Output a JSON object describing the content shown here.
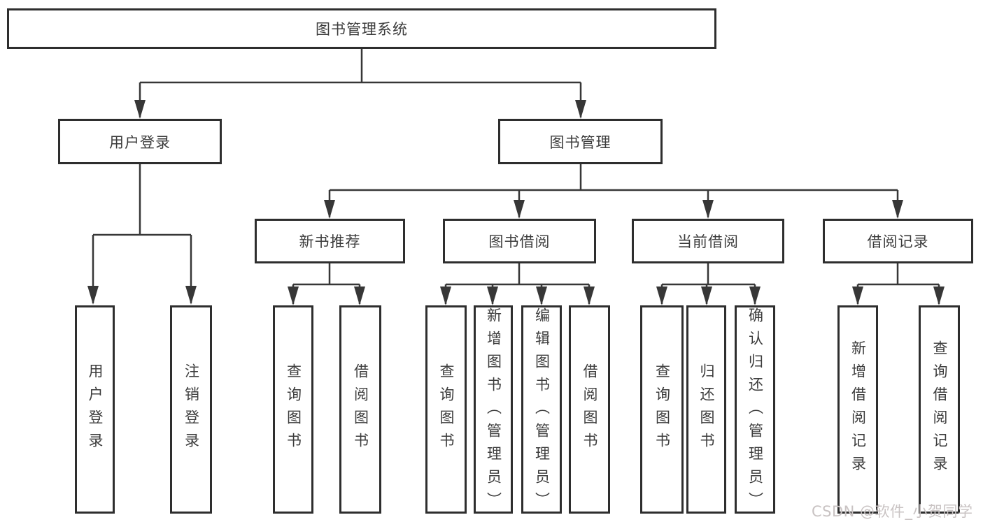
{
  "diagram": {
    "title": "图书管理系统",
    "root": "图书管理系统",
    "level2": [
      "用户登录",
      "图书管理"
    ],
    "level3": [
      "新书推荐",
      "图书借阅",
      "当前借阅",
      "借阅记录"
    ],
    "leaves": [
      "用户登录",
      "注销登录",
      "查询图书",
      "借阅图书",
      "查询图书",
      "新增图书（管理员）",
      "编辑图书（管理员）",
      "借阅图书",
      "查询图书",
      "归还图书",
      "确认归还（管理员）",
      "新增借阅记录",
      "查询借阅记录"
    ],
    "relations": {
      "图书管理系统": [
        "用户登录",
        "图书管理"
      ],
      "用户登录": [
        "用户登录",
        "注销登录"
      ],
      "图书管理": [
        "新书推荐",
        "图书借阅",
        "当前借阅",
        "借阅记录"
      ],
      "新书推荐": [
        "查询图书",
        "借阅图书"
      ],
      "图书借阅": [
        "查询图书",
        "新增图书（管理员）",
        "编辑图书（管理员）",
        "借阅图书"
      ],
      "当前借阅": [
        "查询图书",
        "归还图书",
        "确认归还（管理员）"
      ],
      "借阅记录": [
        "新增借阅记录",
        "查询借阅记录"
      ]
    },
    "colors": {
      "box_border": "#2e2e2e",
      "connector_line": "#373737",
      "text": "#3c3c3c",
      "background": "#ffffff",
      "watermark": "#c9c3c3"
    }
  },
  "watermark": {
    "text": "CSDN @软件_小贺同学"
  }
}
